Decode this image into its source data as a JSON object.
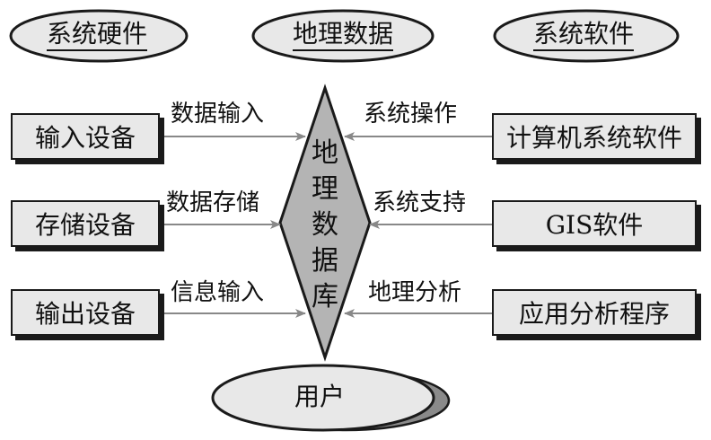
{
  "header_ovals": [
    {
      "id": "hardware",
      "label": "系统硬件"
    },
    {
      "id": "data",
      "label": "地理数据"
    },
    {
      "id": "software",
      "label": "系统软件"
    }
  ],
  "left_boxes": [
    {
      "label": "输入设备",
      "edge": "数据输入"
    },
    {
      "label": "存储设备",
      "edge": "数据存储"
    },
    {
      "label": "输出设备",
      "edge": "信息输入"
    }
  ],
  "right_boxes": [
    {
      "label": "计算机系统软件",
      "edge": "系统操作"
    },
    {
      "label": "GIS软件",
      "edge": "系统支持"
    },
    {
      "label": "应用分析程序",
      "edge": "地理分析"
    }
  ],
  "core": {
    "chars": [
      "地",
      "理",
      "数",
      "据",
      "库"
    ]
  },
  "user": {
    "label": "用户"
  },
  "colors": {
    "fill": "#e8e8e8",
    "diamond": "#b4b4b4",
    "stroke": "#1a1a1a",
    "arrow": "#888888"
  }
}
